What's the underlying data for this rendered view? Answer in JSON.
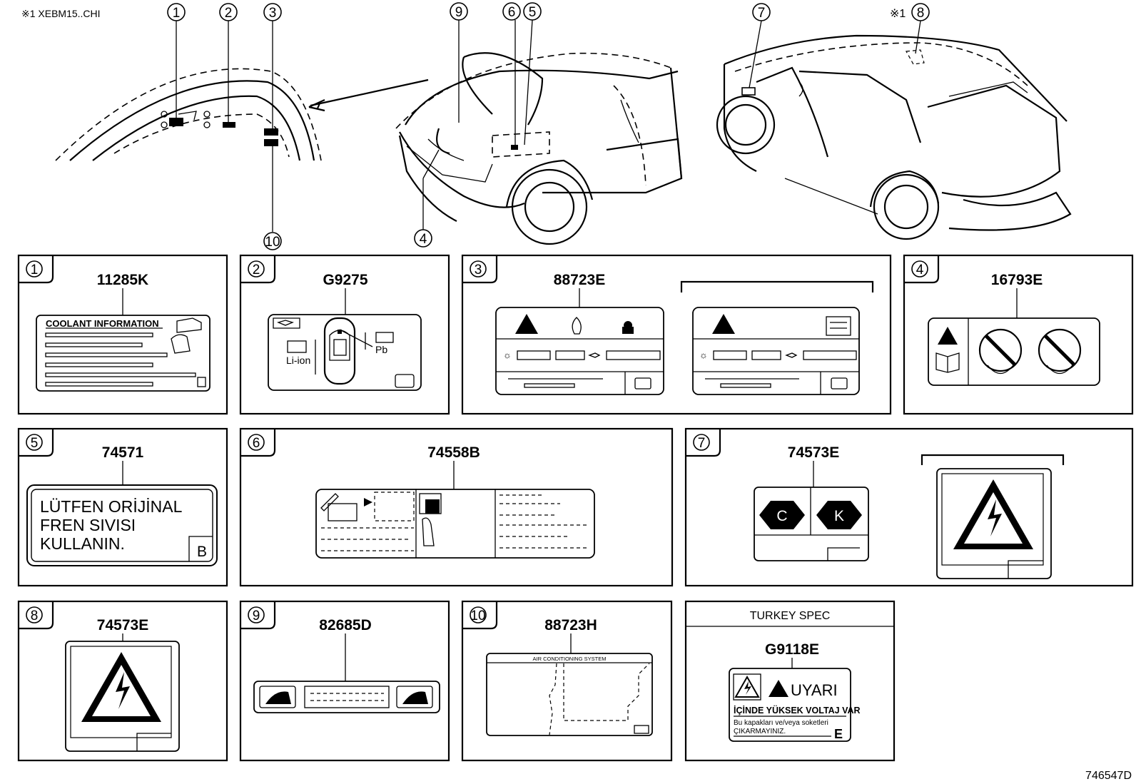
{
  "header": {
    "note": "※1  XEBM15..CHI",
    "footer_code": "746547D"
  },
  "callouts": {
    "c1": "1",
    "c2": "2",
    "c3": "3",
    "c4": "4",
    "c5": "5",
    "c6": "6",
    "c7": "7",
    "c8": "8",
    "c9": "9",
    "c10": "10",
    "note_mark": "※1"
  },
  "panels": [
    {
      "num": "1",
      "part": "11285K",
      "label_text": "COOLANT INFORMATION"
    },
    {
      "num": "2",
      "part": "G9275",
      "left_text": "Li-ion",
      "right_text": "Pb"
    },
    {
      "num": "3",
      "part": "88723E"
    },
    {
      "num": "4",
      "part": "16793E"
    },
    {
      "num": "5",
      "part": "74571",
      "lines": [
        "LÜTFEN  ORİJİNAL",
        "FREN SIVISI",
        "KULLANIN."
      ],
      "letter": "B"
    },
    {
      "num": "6",
      "part": "74558B"
    },
    {
      "num": "7",
      "part": "74573E",
      "hex_left": "C",
      "hex_right": "K"
    },
    {
      "num": "8",
      "part": "74573E"
    },
    {
      "num": "9",
      "part": "82685D"
    },
    {
      "num": "10",
      "part": "88723H",
      "label_text": "AIR CONDITIONING SYSTEM"
    },
    {
      "num": "",
      "part": "G9118E",
      "header": "TURKEY SPEC",
      "warn_title": "UYARI",
      "line1": "İÇİNDE YÜKSEK VOLTAJ VAR",
      "line2": "Bu kapakları ve/veya soketleri",
      "line3": "ÇIKARMAYINIZ.",
      "letter": "E"
    }
  ],
  "colors": {
    "ink": "#000000",
    "paper": "#ffffff"
  }
}
